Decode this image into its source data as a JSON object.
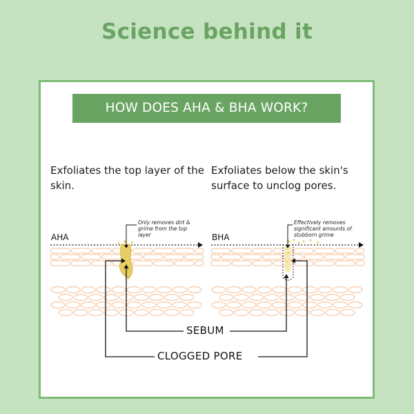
{
  "heading": "Science behind it",
  "banner": "HOW DOES AHA & BHA WORK?",
  "aha": {
    "label": "AHA",
    "description": "Exfoliates the top layer of the skin.",
    "note": "Only removes dirt & grime from the top layer"
  },
  "bha": {
    "label": "BHA",
    "description": "Exfoliates below the skin's surface to unclog pores.",
    "note": "Effectively removes significant amounts of stubborn grime"
  },
  "callouts": {
    "sebum": "SEBUM",
    "clogged_pore": "CLOGGED PORE"
  },
  "colors": {
    "background": "#c5e3c0",
    "brand_green": "#6aa463",
    "panel_border": "#7dba76",
    "skin_cell_stroke": "#f5c9a8",
    "sebum": "#e8cf64"
  }
}
